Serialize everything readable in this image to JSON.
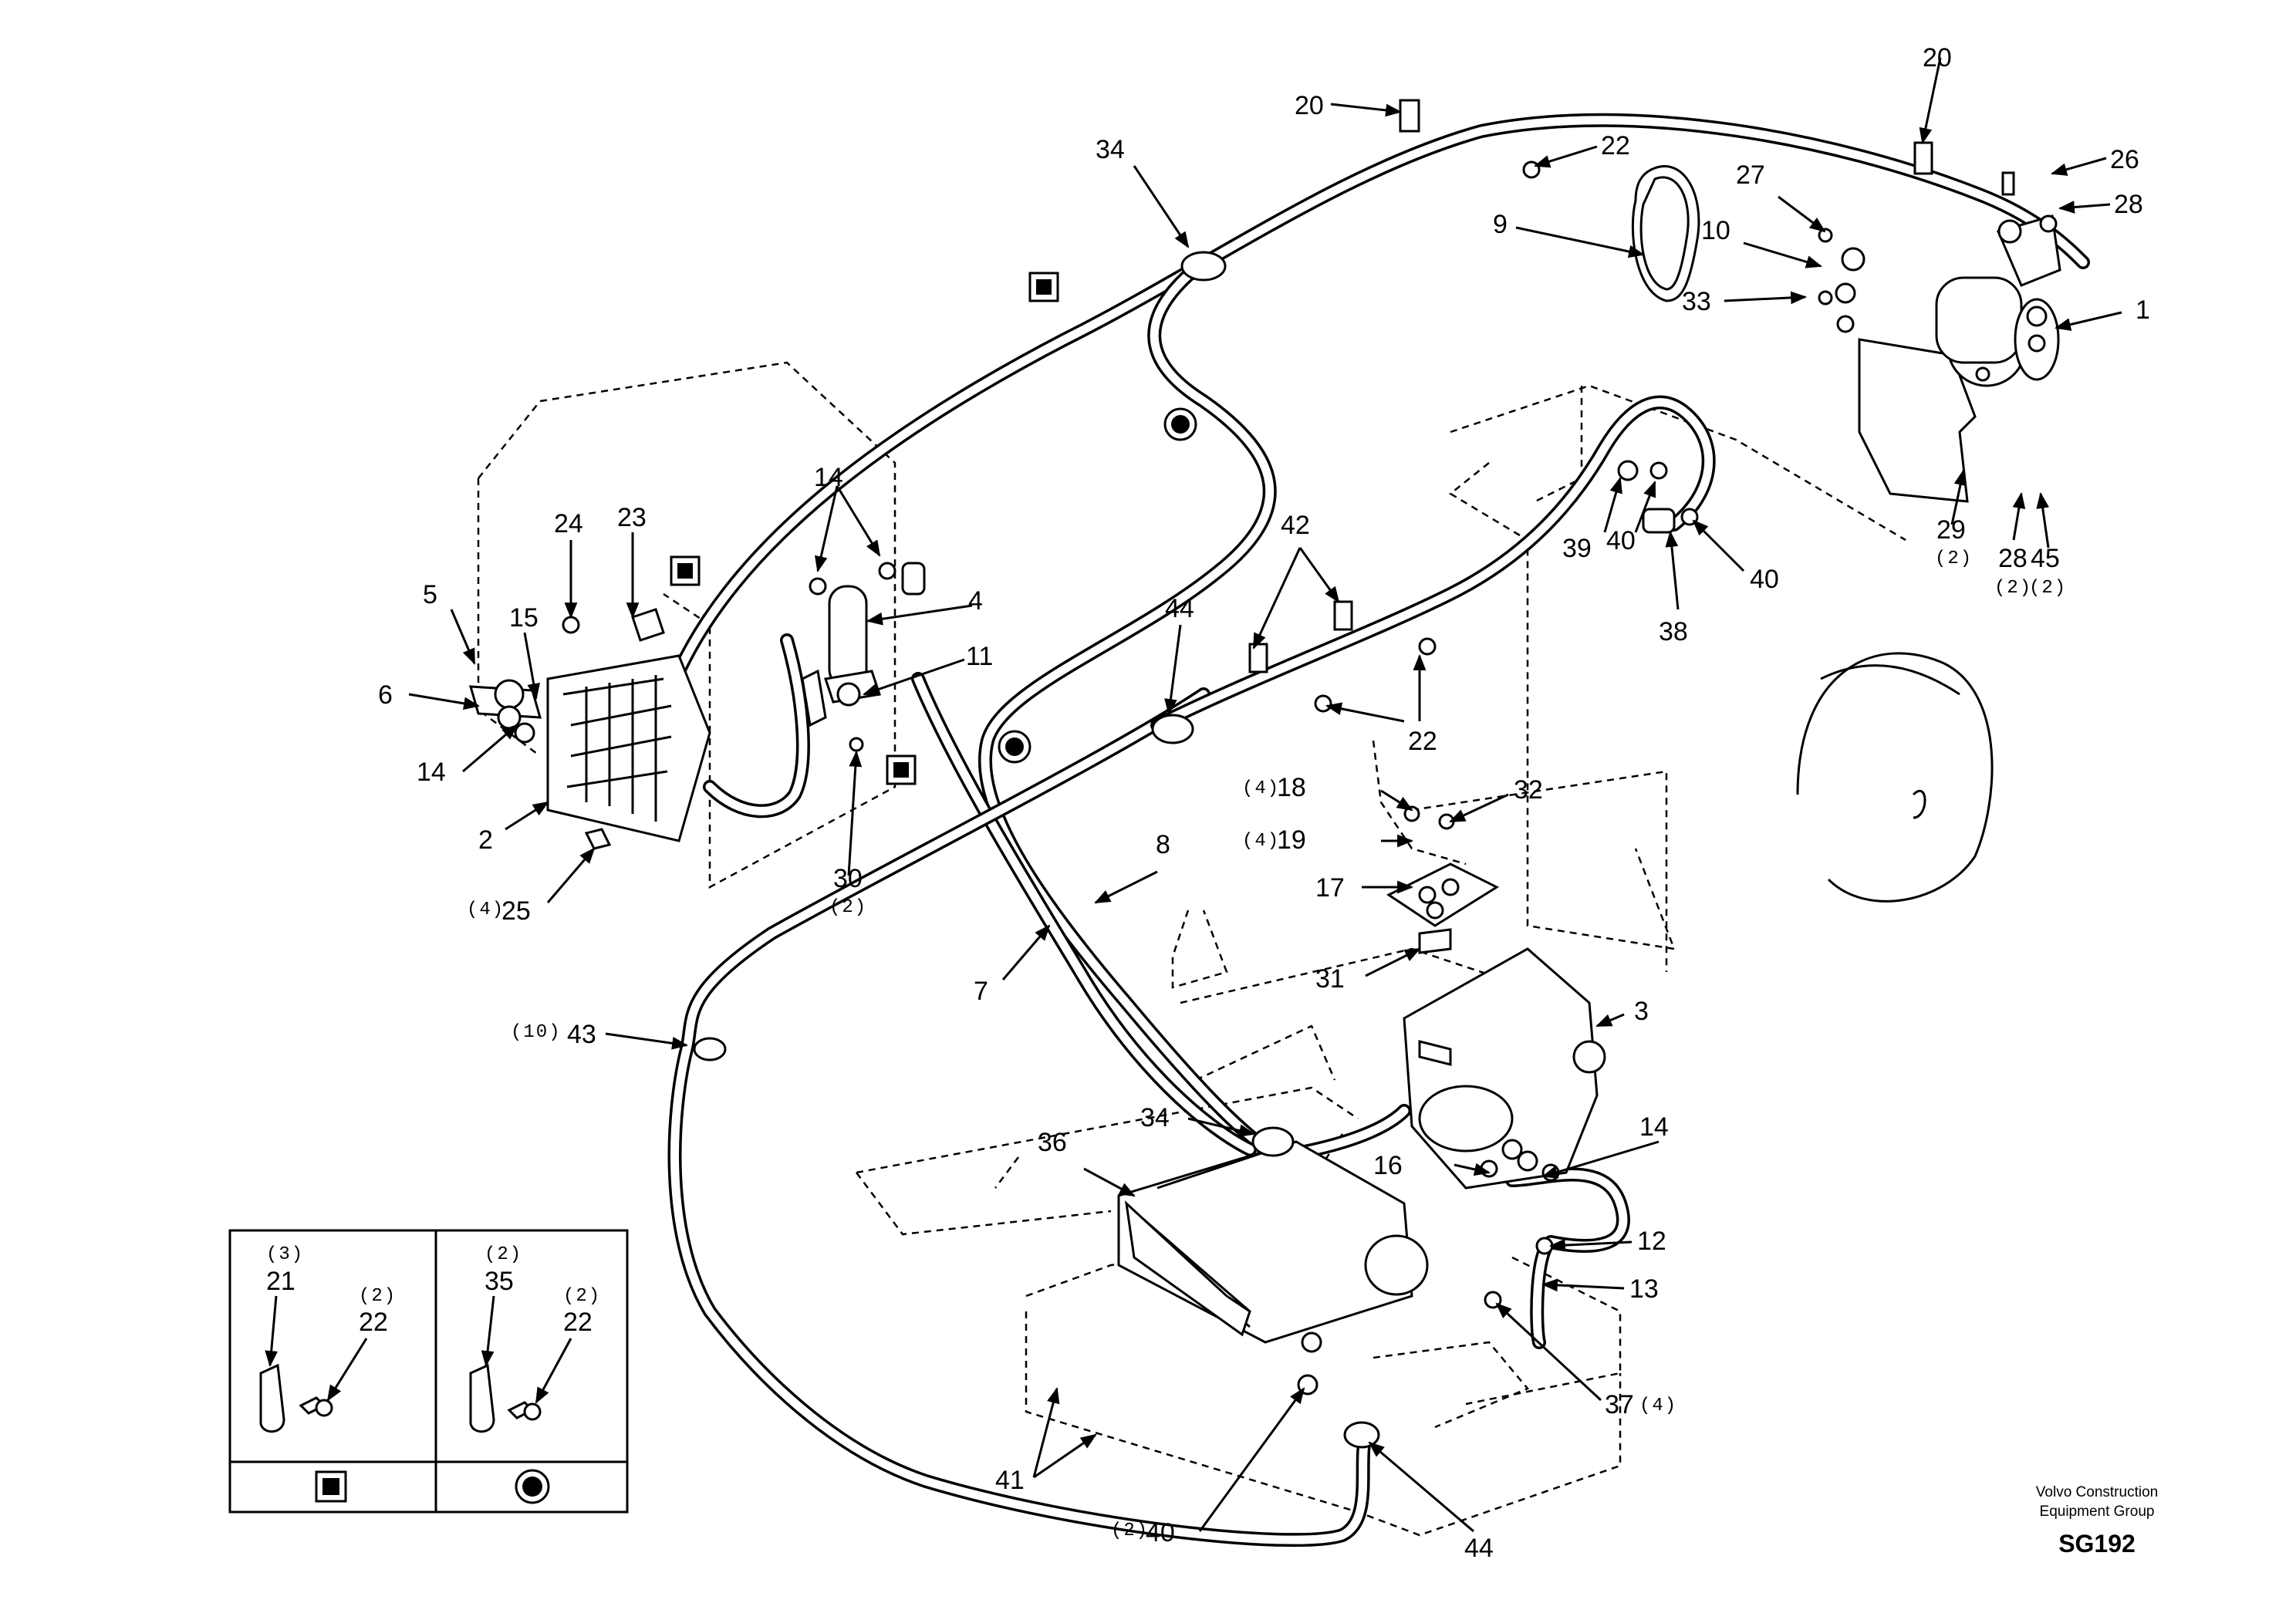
{
  "diagram": {
    "callouts": {
      "c1": "1",
      "c2": "2",
      "c3": "3",
      "c4": "4",
      "c5": "5",
      "c6": "6",
      "c7": "7",
      "c8": "8",
      "c9": "9",
      "c10": "10",
      "c11": "11",
      "c12": "12",
      "c13": "13",
      "c14a": "14",
      "c14b": "14",
      "c14c": "14",
      "c15": "15",
      "c16": "16",
      "c17": "17",
      "c18": "18",
      "c19": "19",
      "c20a": "20",
      "c20b": "20",
      "c22a": "22",
      "c22b": "22",
      "c23": "23",
      "c24": "24",
      "c25": "25",
      "c26": "26",
      "c27": "27",
      "c28a": "28",
      "c28b": "28",
      "c29": "29",
      "c30": "30",
      "c31": "31",
      "c32": "32",
      "c33": "33",
      "c34a": "34",
      "c34b": "34",
      "c36": "36",
      "c37": "37",
      "c38": "38",
      "c39": "39",
      "c40a": "40",
      "c40b": "40",
      "c40c": "40",
      "c41": "41",
      "c42": "42",
      "c43": "43",
      "c44a": "44",
      "c44b": "44",
      "c45": "45"
    },
    "quantities": {
      "q18": "(4)",
      "q19": "(4)",
      "q25": "(4)",
      "q30": "(2)",
      "q29": "(2)",
      "q28": "(2)",
      "q45": "(2)",
      "q43": "(10)",
      "q37": "(4)",
      "q40": "(2)"
    },
    "inset": {
      "left": {
        "qty_top": "(3)",
        "part_top": "21",
        "qty_right": "(2)",
        "part_right": "22",
        "symbol": "square-marker-icon"
      },
      "right": {
        "qty_top": "(2)",
        "part_top": "35",
        "qty_right": "(2)",
        "part_right": "22",
        "symbol": "circle-marker-icon"
      }
    },
    "footer": {
      "company_line1": "Volvo Construction",
      "company_line2": "Equipment Group",
      "code": "SG192"
    }
  }
}
